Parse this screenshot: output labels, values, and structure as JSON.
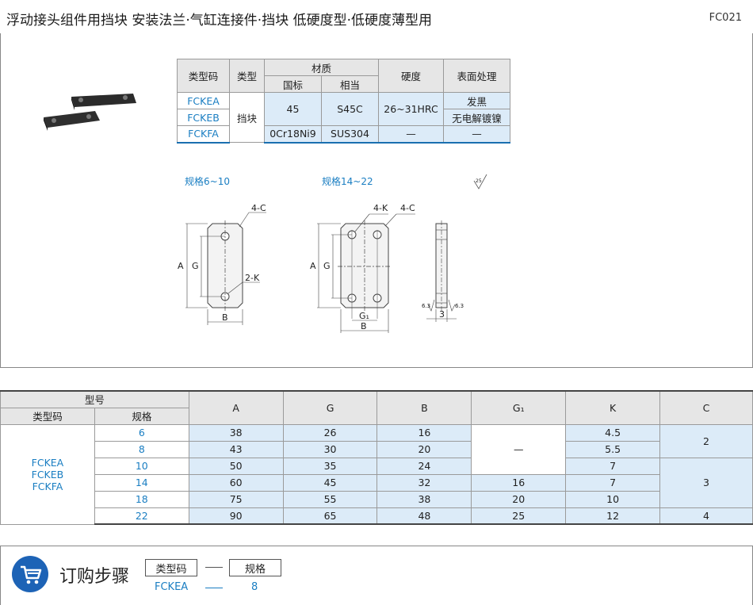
{
  "header": {
    "title": "浮动接头组件用挡块  安装法兰·气缸连接件·挡块  低硬度型·低硬度薄型用",
    "code": "FC021"
  },
  "spec_table": {
    "headers": {
      "type_code": "类型码",
      "type": "类型",
      "material": "材质",
      "national": "国标",
      "equivalent": "相当",
      "hardness": "硬度",
      "surface": "表面处理"
    },
    "codes": [
      "FCKEA",
      "FCKEB",
      "FCKFA"
    ],
    "type_value": "挡块",
    "material_national_1": "45",
    "material_equiv_1": "S45C",
    "hardness_1": "26~31HRC",
    "surface": [
      "发黑",
      "无电解镀镍",
      "—"
    ],
    "material_national_2": "0Cr18Ni9",
    "material_equiv_2": "SUS304",
    "hardness_2": "—"
  },
  "drawings": {
    "label_small": "规格6~10",
    "label_large": "规格14~22",
    "roughness": "25",
    "small": {
      "c": "4-C",
      "k": "2-K",
      "a": "A",
      "g": "G",
      "b": "B"
    },
    "large": {
      "k": "4-K",
      "c": "4-C",
      "a": "A",
      "g": "G",
      "g1": "G₁",
      "b": "B"
    },
    "side": {
      "thickness": "3",
      "r1": "6.3",
      "r2": "6.3"
    }
  },
  "dimension_table": {
    "header_model": "型号",
    "header_type_code": "类型码",
    "header_spec": "规格",
    "columns": [
      "A",
      "G",
      "B",
      "G₁",
      "K",
      "C"
    ],
    "type_codes": [
      "FCKEA",
      "FCKEB",
      "FCKFA"
    ],
    "rows": [
      {
        "spec": "6",
        "A": "38",
        "G": "26",
        "B": "16",
        "K": "4.5"
      },
      {
        "spec": "8",
        "A": "43",
        "G": "30",
        "B": "20",
        "K": "5.5"
      },
      {
        "spec": "10",
        "A": "50",
        "G": "35",
        "B": "24",
        "K": "7"
      },
      {
        "spec": "14",
        "A": "60",
        "G": "45",
        "B": "32",
        "G1": "16",
        "K": "7"
      },
      {
        "spec": "18",
        "A": "75",
        "G": "55",
        "B": "38",
        "G1": "20",
        "K": "10"
      },
      {
        "spec": "22",
        "A": "90",
        "G": "65",
        "B": "48",
        "G1": "25",
        "K": "12"
      }
    ],
    "g1_dash": "—",
    "c_values": [
      "2",
      "3",
      "4"
    ]
  },
  "order": {
    "title": "订购步骤",
    "box1": "类型码",
    "box2": "规格",
    "example_code": "FCKEA",
    "example_spec": "8"
  },
  "colors": {
    "accent_blue": "#1a7ec2",
    "cell_blue": "#dcebf8",
    "header_gray": "#e6e6e6",
    "cart_blue": "#1d63b6"
  }
}
